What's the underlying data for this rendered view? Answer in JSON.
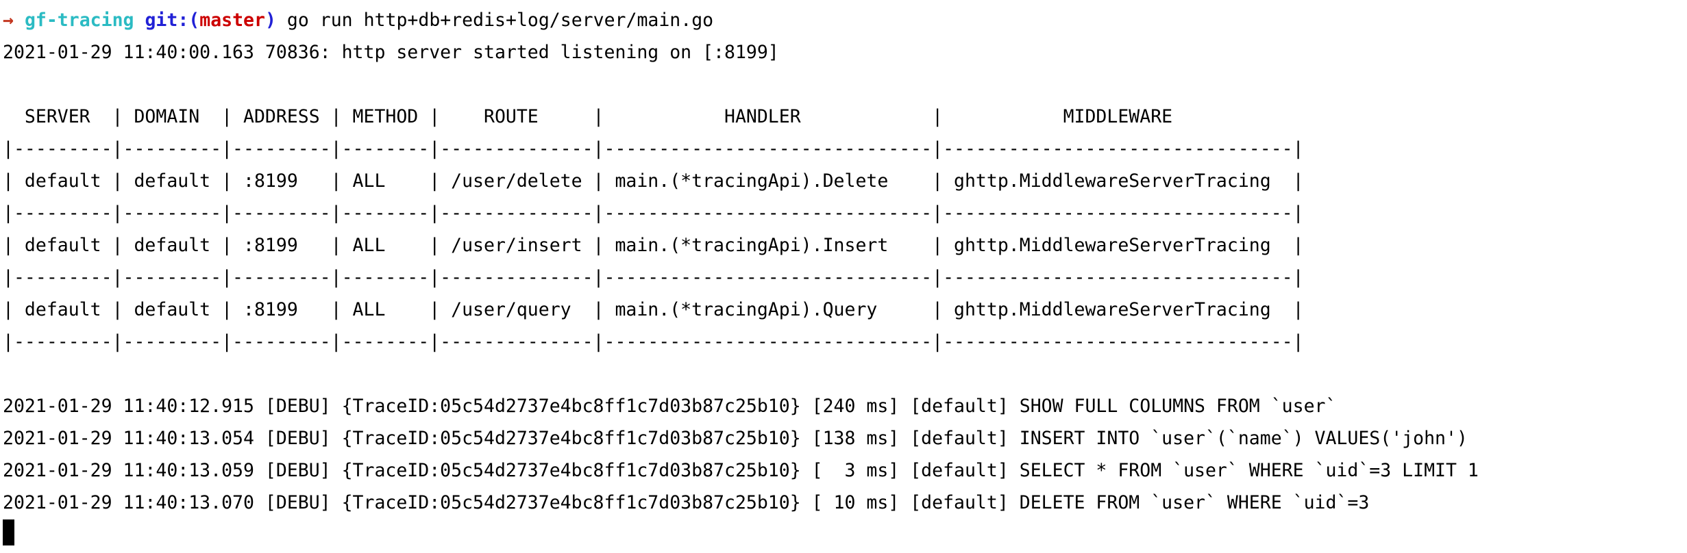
{
  "terminal": {
    "window_title": "Terminal",
    "background_color": "#ffffff",
    "foreground_color": "#000000",
    "prompt": {
      "arrow": "→",
      "arrow_color": "#c33720",
      "directory": "gf-tracing",
      "directory_color": "#2bbbc3",
      "git_prefix": "git:(",
      "git_suffix": ")",
      "git_color": "#2121d6",
      "branch": "master",
      "branch_color": "#cc0000",
      "command": "go run http+db+redis+log/server/main.go"
    },
    "startup_line": "2021-01-29 11:40:00.163 70836: http server started listening on [:8199]",
    "route_table": {
      "header": "  SERVER  | DOMAIN  | ADDRESS | METHOD |    ROUTE     |           HANDLER            |           MIDDLEWARE           ",
      "separator": "|---------|---------|---------|--------|--------------|------------------------------|--------------------------------|",
      "columns": [
        "SERVER",
        "DOMAIN",
        "ADDRESS",
        "METHOD",
        "ROUTE",
        "HANDLER",
        "MIDDLEWARE"
      ],
      "rows": [
        {
          "line": "| default | default | :8199   | ALL    | /user/delete | main.(*tracingApi).Delete    | ghttp.MiddlewareServerTracing  |",
          "server": "default",
          "domain": "default",
          "address": ":8199",
          "method": "ALL",
          "route": "/user/delete",
          "handler": "main.(*tracingApi).Delete",
          "middleware": "ghttp.MiddlewareServerTracing"
        },
        {
          "line": "| default | default | :8199   | ALL    | /user/insert | main.(*tracingApi).Insert    | ghttp.MiddlewareServerTracing  |",
          "server": "default",
          "domain": "default",
          "address": ":8199",
          "method": "ALL",
          "route": "/user/insert",
          "handler": "main.(*tracingApi).Insert",
          "middleware": "ghttp.MiddlewareServerTracing"
        },
        {
          "line": "| default | default | :8199   | ALL    | /user/query  | main.(*tracingApi).Query     | ghttp.MiddlewareServerTracing  |",
          "server": "default",
          "domain": "default",
          "address": ":8199",
          "method": "ALL",
          "route": "/user/query",
          "handler": "main.(*tracingApi).Query",
          "middleware": "ghttp.MiddlewareServerTracing"
        }
      ]
    },
    "sql_logs": [
      {
        "line": "2021-01-29 11:40:12.915 [DEBU] {TraceID:05c54d2737e4bc8ff1c7d03b87c25b10} [240 ms] [default] SHOW FULL COLUMNS FROM `user`",
        "timestamp": "2021-01-29 11:40:12.915",
        "level": "DEBU",
        "trace_id": "05c54d2737e4bc8ff1c7d03b87c25b10",
        "duration": "240 ms",
        "group": "default",
        "sql": "SHOW FULL COLUMNS FROM `user`"
      },
      {
        "line": "2021-01-29 11:40:13.054 [DEBU] {TraceID:05c54d2737e4bc8ff1c7d03b87c25b10} [138 ms] [default] INSERT INTO `user`(`name`) VALUES('john')",
        "timestamp": "2021-01-29 11:40:13.054",
        "level": "DEBU",
        "trace_id": "05c54d2737e4bc8ff1c7d03b87c25b10",
        "duration": "138 ms",
        "group": "default",
        "sql": "INSERT INTO `user`(`name`) VALUES('john')"
      },
      {
        "line": "2021-01-29 11:40:13.059 [DEBU] {TraceID:05c54d2737e4bc8ff1c7d03b87c25b10} [  3 ms] [default] SELECT * FROM `user` WHERE `uid`=3 LIMIT 1",
        "timestamp": "2021-01-29 11:40:13.059",
        "level": "DEBU",
        "trace_id": "05c54d2737e4bc8ff1c7d03b87c25b10",
        "duration": "3 ms",
        "group": "default",
        "sql": "SELECT * FROM `user` WHERE `uid`=3 LIMIT 1"
      },
      {
        "line": "2021-01-29 11:40:13.070 [DEBU] {TraceID:05c54d2737e4bc8ff1c7d03b87c25b10} [ 10 ms] [default] DELETE FROM `user` WHERE `uid`=3",
        "timestamp": "2021-01-29 11:40:13.070",
        "level": "DEBU",
        "trace_id": "05c54d2737e4bc8ff1c7d03b87c25b10",
        "duration": "10 ms",
        "group": "default",
        "sql": "DELETE FROM `user` WHERE `uid`=3"
      }
    ],
    "cursor": {
      "visible": true,
      "shape": "block",
      "color": "#000000"
    }
  }
}
